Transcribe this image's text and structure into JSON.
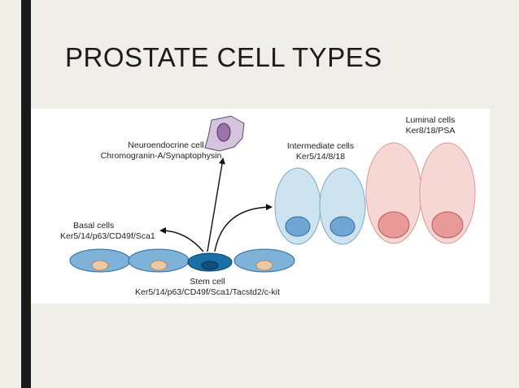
{
  "slide": {
    "title": "PROSTATE CELL TYPES"
  },
  "diagram": {
    "neuroendocrine": {
      "name": "Neuroendocrine cell",
      "markers": "Chromogranin-A/Synaptophysin"
    },
    "intermediate": {
      "name": "Intermediate cells",
      "markers": "Ker5/14/8/18"
    },
    "luminal": {
      "name": "Luminal cells",
      "markers": "Ker8/18/PSA"
    },
    "basal": {
      "name": "Basal cells",
      "markers": "Ker5/14/p63/CD49f/Sca1"
    },
    "stem": {
      "name": "Stem cell",
      "markers": "Ker5/14/p63/CD49f/Sca1/Tacstd2/c-kit"
    }
  },
  "colors": {
    "basal_fill": "#7fb2d9",
    "basal_nucleus": "#ecc9a3",
    "stem_fill": "#1c6fa6",
    "stem_nucleus": "#0e4f7e",
    "intermediate_fill": "#cde3f0",
    "intermediate_nucleus": "#6fa6d3",
    "luminal_fill": "#f6d7d3",
    "luminal_nucleus": "#e79a98",
    "neuro_fill": "#d4c4dd",
    "neuro_nucleus": "#9b73aa"
  }
}
